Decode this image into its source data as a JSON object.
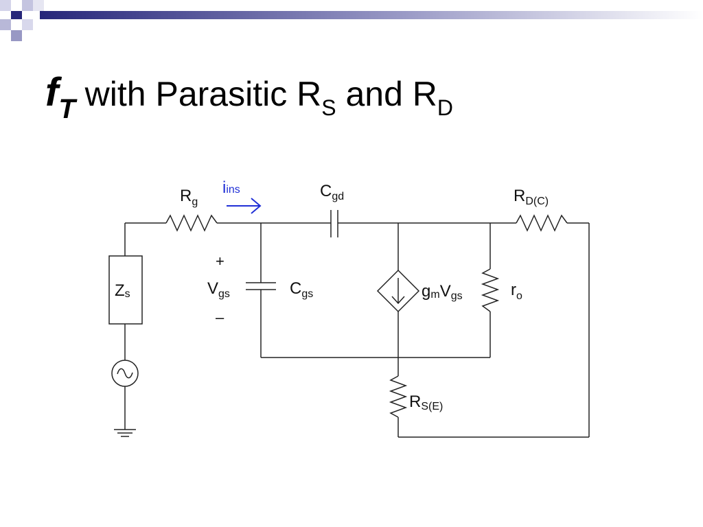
{
  "slide": {
    "title": {
      "f": "f",
      "t_sub": "T",
      "middle": "with Parasitic R",
      "rs_sub": "S",
      "and": "and R",
      "rd_sub": "D"
    }
  },
  "circuit": {
    "labels": {
      "rg": "R",
      "rg_sub": "g",
      "i_ins": "i",
      "i_ins_sub": "ins",
      "cgd": "C",
      "cgd_sub": "gd",
      "rd": "R",
      "rd_sub": "D(C)",
      "zs": "Z",
      "zs_sub": "s",
      "plus": "+",
      "vgs": "V",
      "vgs_sub": "gs",
      "minus": "–",
      "cgs": "C",
      "cgs_sub": "gs",
      "gm": "g",
      "gm_sub": "m",
      "gm_v": "V",
      "gm_v_sub": "gs",
      "ro": "r",
      "ro_sub": "o",
      "rs": "R",
      "rs_sub": "S(E)"
    },
    "colors": {
      "current_arrow": "#1f2fd6",
      "wire": "#222222"
    }
  },
  "decor": {
    "bar_color": "#26267a"
  }
}
